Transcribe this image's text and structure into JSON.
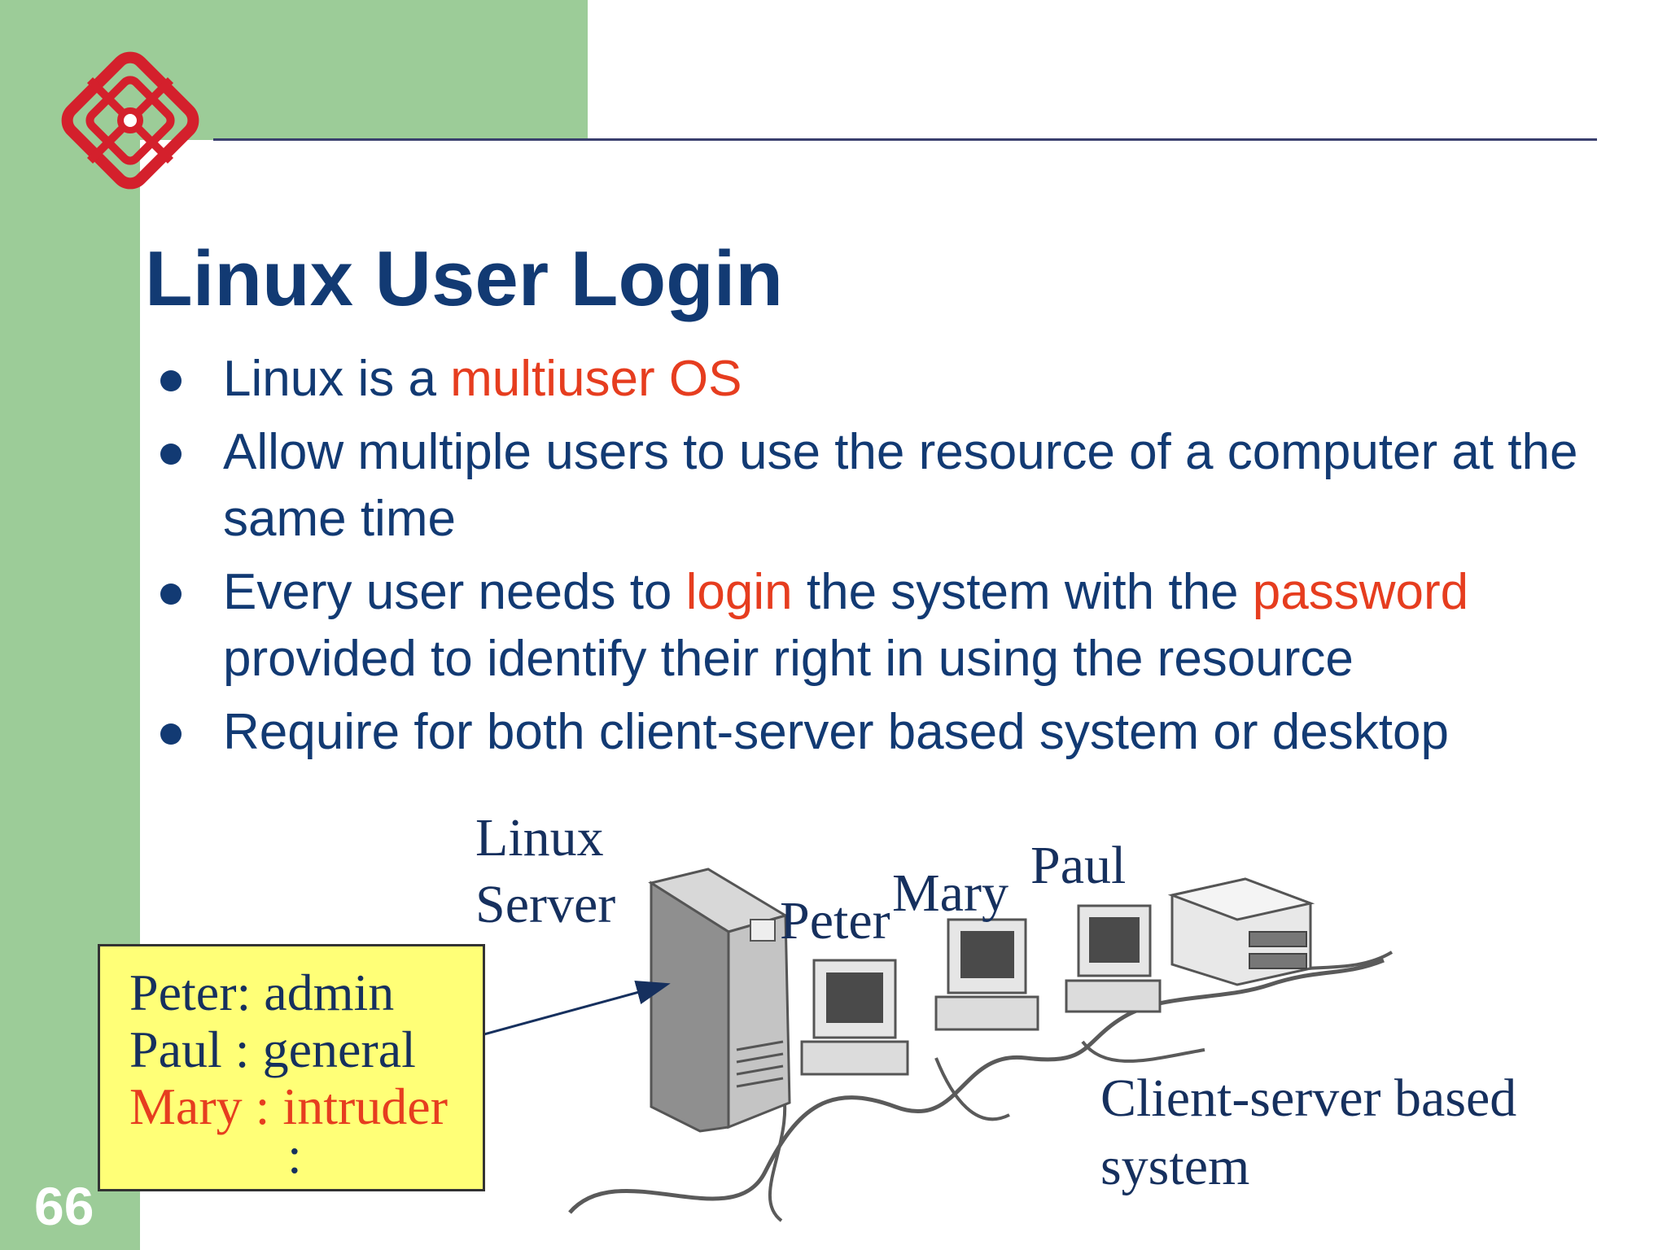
{
  "slide": {
    "title": "Linux User Login",
    "page_number": "66",
    "bullets": [
      {
        "parts": [
          {
            "text": "Linux is a ",
            "hl": false
          },
          {
            "text": "multiuser OS",
            "hl": true
          }
        ]
      },
      {
        "parts": [
          {
            "text": "Allow multiple users to use the resource of a computer at the same time",
            "hl": false
          }
        ]
      },
      {
        "parts": [
          {
            "text": "Every user needs to ",
            "hl": false
          },
          {
            "text": "login",
            "hl": true
          },
          {
            "text": " the system with the ",
            "hl": false
          },
          {
            "text": "password",
            "hl": true
          },
          {
            "text": " provided to identify their right in using the resource",
            "hl": false
          }
        ]
      },
      {
        "parts": [
          {
            "text": "Require for both client-server based system or desktop",
            "hl": false
          }
        ]
      }
    ]
  },
  "diagram": {
    "server_label_line1": "Linux",
    "server_label_line2": "Server",
    "client_labels": [
      "Peter",
      "Mary",
      "Paul"
    ],
    "caption_line1": "Client-server based",
    "caption_line2": "system",
    "user_box": {
      "lines": [
        "Peter: admin",
        "Paul : general",
        "Mary : intruder",
        ":"
      ]
    }
  },
  "colors": {
    "background": "#ffffff",
    "band_green": "#9ccc98",
    "title_blue": "#123a73",
    "highlight_red": "#e63d1f",
    "note_yellow": "#ffff77",
    "logo_red": "#d4202c"
  },
  "icons": {
    "logo": "university-logo",
    "server": "tower-server-icon",
    "client": "desktop-computer-icon",
    "printer": "printer-icon"
  }
}
